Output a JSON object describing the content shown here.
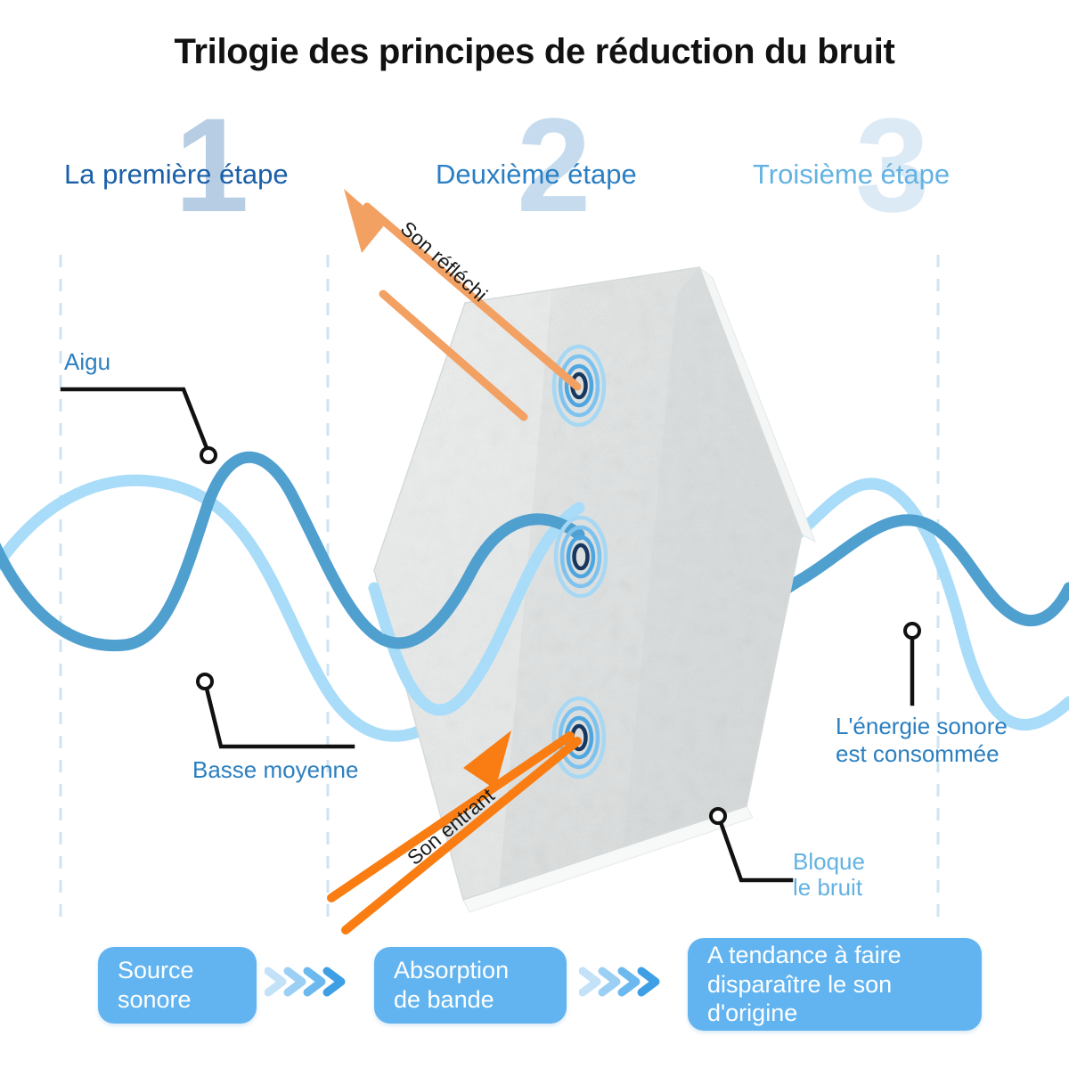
{
  "page": {
    "title": "Trilogie des principes de réduction du bruit",
    "background": "#ffffff"
  },
  "steps": [
    {
      "number": "1",
      "label": "La première étape",
      "label_color": "#1a5fa8",
      "numeral_color": "#b6cde4"
    },
    {
      "number": "2",
      "label": "Deuxième étape",
      "label_color": "#2a7fc4",
      "numeral_color": "#c6dcee"
    },
    {
      "number": "3",
      "label": "Troisième étape",
      "label_color": "#63b2e2",
      "numeral_color": "#dceaf6"
    }
  ],
  "callouts": [
    {
      "id": "aigu",
      "text": "Aigu",
      "color": "#2b7fc0"
    },
    {
      "id": "basse",
      "text": "Basse moyenne",
      "color": "#2b7fc0"
    },
    {
      "id": "energie",
      "line1": "L'énergie sonore",
      "line2": "est consommée",
      "color": "#2b7fc0"
    },
    {
      "id": "bloque",
      "line1": "Bloque",
      "line2": "le bruit",
      "color": "#63b2e2"
    }
  ],
  "arrows": [
    {
      "id": "reflechi",
      "label": "Son réfléchi",
      "color": "#f2a163",
      "direction": "up-left"
    },
    {
      "id": "entrant",
      "label": "Son entrant",
      "color": "#f97d12",
      "direction": "up-right"
    }
  ],
  "flow": {
    "boxes": [
      {
        "line1": "Source",
        "line2": "sonore"
      },
      {
        "line1": "Absorption",
        "line2": "de bande"
      },
      {
        "line1": "A tendance à faire",
        "line2": "disparaître le son d'origine"
      }
    ],
    "box_color": "#62b4f0",
    "box_text_color": "#ffffff",
    "chevron_colors": [
      "#c3e2f8",
      "#9bd0f4",
      "#6cb9ef",
      "#3f9fe4"
    ],
    "chevron_count": 4
  },
  "panel": {
    "name": "hexagonal acoustic panel",
    "surface_color": "#e6e8e8",
    "edge_color": "#fdfdfd",
    "ripple_count": 3,
    "ripple_inner_color": "#1c3f6e",
    "ripple_outer_color": "#8fcdf2"
  },
  "waves": {
    "high_color": "#4f9fcf",
    "low_color": "#a9dcf8",
    "high_name": "Aigu",
    "low_name": "Basse moyenne"
  },
  "guides": {
    "color": "#cfe4f2",
    "x_positions": [
      68,
      368,
      1053
    ]
  }
}
